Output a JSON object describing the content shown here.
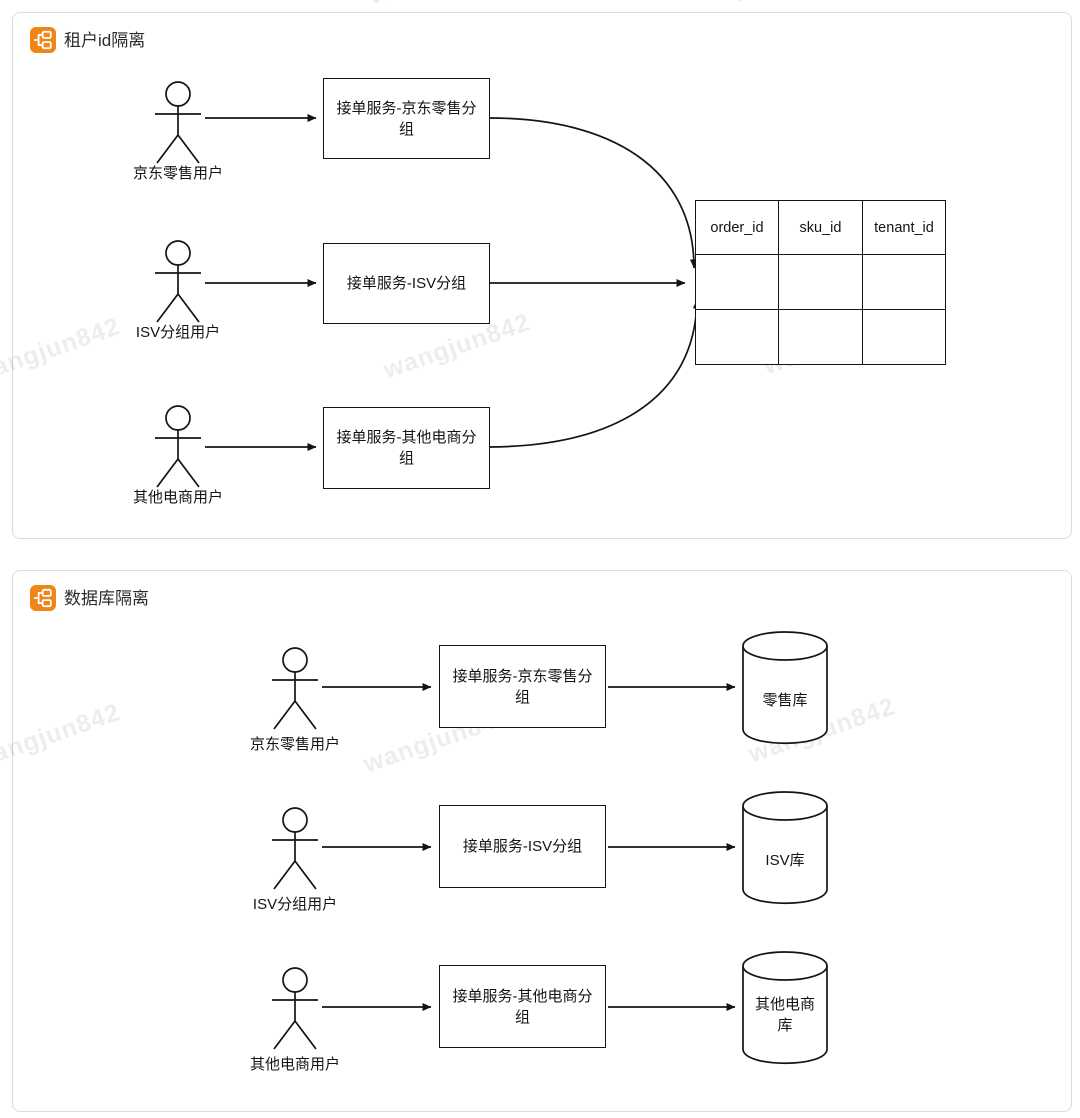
{
  "watermark": {
    "text": "wangjun842"
  },
  "colors": {
    "icon_orange": "#f08619",
    "line": "#141414",
    "panel_border": "#dcdcdc"
  },
  "panels": [
    {
      "title": "租户id隔离",
      "actors": [
        {
          "label": "京东零售用户"
        },
        {
          "label": "ISV分组用户"
        },
        {
          "label": "其他电商用户"
        }
      ],
      "services": [
        {
          "label": "接单服务-京东零售分组"
        },
        {
          "label": "接单服务-ISV分组"
        },
        {
          "label": "接单服务-其他电商分组"
        }
      ],
      "table": {
        "columns": [
          "order_id",
          "sku_id",
          "tenant_id"
        ],
        "empty_rows": 2
      }
    },
    {
      "title": "数据库隔离",
      "actors": [
        {
          "label": "京东零售用户"
        },
        {
          "label": "ISV分组用户"
        },
        {
          "label": "其他电商用户"
        }
      ],
      "services": [
        {
          "label": "接单服务-京东零售分组"
        },
        {
          "label": "接单服务-ISV分组"
        },
        {
          "label": "接单服务-其他电商分组"
        }
      ],
      "databases": [
        {
          "label": "零售库"
        },
        {
          "label": "ISV库"
        },
        {
          "label": "其他电商库"
        }
      ]
    }
  ]
}
